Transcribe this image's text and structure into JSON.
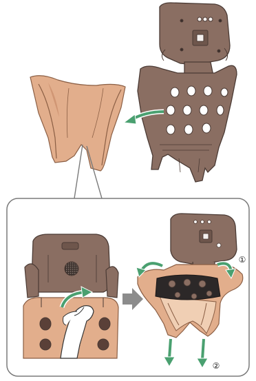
{
  "figure": {
    "callouts": [
      {
        "id": "step-1",
        "text": "①"
      },
      {
        "id": "step-2",
        "text": "②"
      }
    ]
  },
  "colors": {
    "shell_brown": "#8a6e62",
    "shell_outline": "#4a3a34",
    "cover_tan": "#e2ae8c",
    "cover_dark": "#c98c6a",
    "arrow_green": "#4aa070",
    "arrow_grey": "#8c8c8c",
    "panel_border": "#7a7a7a",
    "strap_black": "#2c2828"
  }
}
